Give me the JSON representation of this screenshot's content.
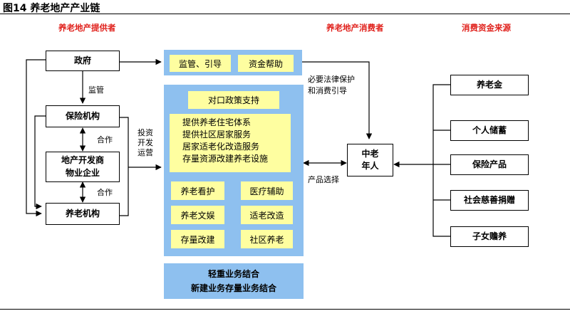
{
  "title": "图14 养老地产产业链",
  "sections": {
    "providers": "养老地产提供者",
    "consumers": "养老地产消费者",
    "funding": "消费资金来源"
  },
  "left_boxes": {
    "government": "政府",
    "insurance": "保险机构",
    "developer_line1": "地产开发商",
    "developer_line2": "物业企业",
    "elderly_institution": "养老机构"
  },
  "edge_labels": {
    "supervise": "监管",
    "cooperate1": "合作",
    "cooperate2": "合作",
    "invest": "投资开发运营",
    "legal": "必要法律保护",
    "consumption_guide": "和消费引导",
    "product_choice": "产品选择"
  },
  "top_panel": {
    "supervise_guide": "监管、引导",
    "fund_help": "资金帮助"
  },
  "main_panel": {
    "policy": "对口政策支持",
    "services": [
      "提供养老住宅体系",
      "提供社区居家服务",
      "居家适老化改造服务",
      "存量资源改建养老设施"
    ],
    "grid": [
      [
        "养老看护",
        "医疗辅助"
      ],
      [
        "养老文娱",
        "适老改造"
      ],
      [
        "存量改建",
        "社区养老"
      ]
    ]
  },
  "bottom_panel": {
    "line1": "轻重业务结合",
    "line2": "新建业务存量业务结合"
  },
  "consumer": {
    "line1": "中老",
    "line2": "年人"
  },
  "funding_sources": [
    "养老金",
    "个人储蓄",
    "保险产品",
    "社会慈善捐赠",
    "子女赡养"
  ],
  "colors": {
    "section_title": "#e0201b",
    "panel_blue": "#8ec0ef",
    "panel_yellow": "#fefea0"
  }
}
